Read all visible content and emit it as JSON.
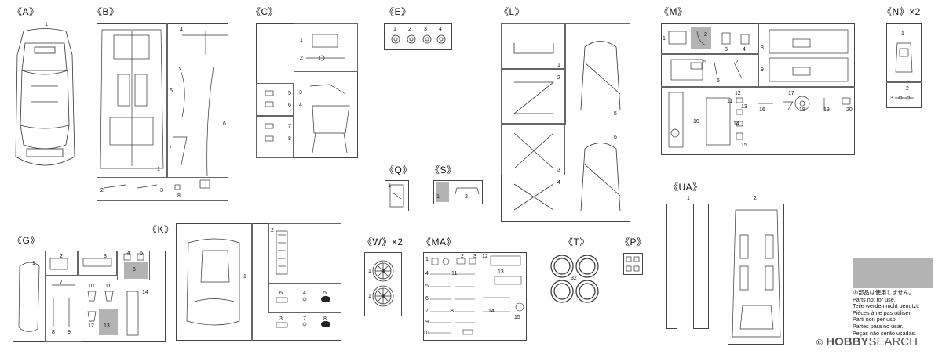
{
  "groups": {
    "A": {
      "label": "《A》",
      "nums": [
        "1"
      ]
    },
    "B": {
      "label": "《B》",
      "nums": [
        "1",
        "2",
        "3",
        "4",
        "5",
        "6",
        "7",
        "8"
      ]
    },
    "C": {
      "label": "《C》",
      "nums": [
        "1",
        "2",
        "3",
        "4",
        "5",
        "6",
        "7",
        "8"
      ]
    },
    "E": {
      "label": "《E》",
      "nums": [
        "1",
        "2",
        "3",
        "4"
      ]
    },
    "L": {
      "label": "《L》",
      "nums": [
        "1",
        "2",
        "3",
        "4",
        "5",
        "6"
      ]
    },
    "M": {
      "label": "《M》",
      "nums": [
        "1",
        "2",
        "3",
        "4",
        "5",
        "6",
        "7",
        "8",
        "9",
        "10",
        "11",
        "12",
        "13",
        "14",
        "15",
        "16",
        "17",
        "18",
        "19",
        "20"
      ]
    },
    "N": {
      "label": "《N》×2",
      "nums": [
        "1",
        "2",
        "3"
      ]
    },
    "Q": {
      "label": "《Q》",
      "nums": [
        "1"
      ]
    },
    "S": {
      "label": "《S》",
      "nums": [
        "1",
        "2"
      ]
    },
    "UA": {
      "label": "《UA》",
      "nums": [
        "1",
        "2"
      ]
    },
    "G": {
      "label": "《G》",
      "nums": [
        "1",
        "2",
        "3",
        "4",
        "5",
        "6",
        "7",
        "8",
        "9",
        "10",
        "11",
        "12",
        "13",
        "14"
      ]
    },
    "K": {
      "label": "《K》",
      "nums": [
        "1",
        "2",
        "3",
        "4",
        "5",
        "6",
        "7",
        "8"
      ]
    },
    "W": {
      "label": "《W》×2",
      "nums": [
        "1",
        "1"
      ]
    },
    "MA": {
      "label": "《MA》",
      "nums": [
        "1",
        "2",
        "3",
        "4",
        "5",
        "6",
        "7",
        "8",
        "9",
        "10",
        "11",
        "12",
        "13",
        "14",
        "15"
      ]
    },
    "T": {
      "label": "《T》",
      "nums": [
        "32"
      ]
    },
    "P": {
      "label": "《P》",
      "nums": []
    }
  },
  "legend": {
    "swatch_color": "#b3b3b3",
    "lines": [
      "の部品は使用しません。",
      "Parts not for use.",
      "Teile werden nicht benutzt.",
      "Pièces à ne pas utiliser.",
      "Parti non per uso.",
      "Partes para no usar.",
      "Peças não serão usadas."
    ]
  },
  "watermark": {
    "prefix": "©",
    "brand": "HOBBY",
    "suffix": "SEARCH"
  }
}
